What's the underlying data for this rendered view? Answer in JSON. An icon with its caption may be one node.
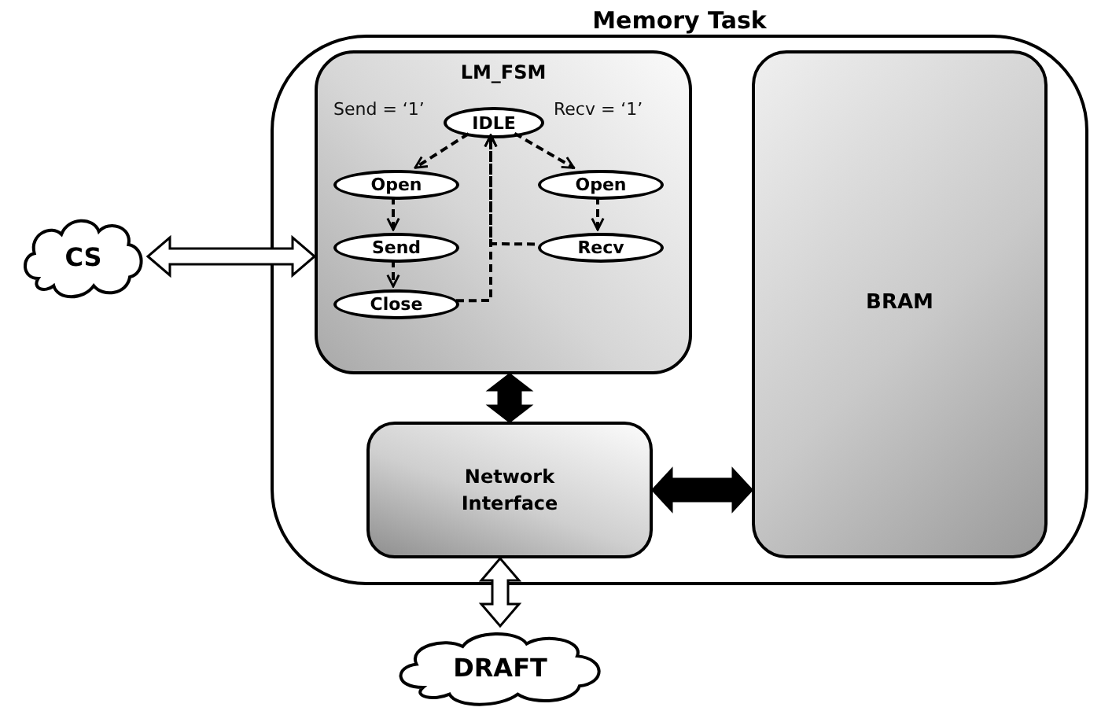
{
  "diagram": {
    "nodes": [
      {
        "text": [
          "Memory Task"
        ]
      },
      {
        "text": [
          "LM_FSM"
        ],
        "in": 0
      },
      {
        "text": [
          "IDLE"
        ],
        "in": 1
      },
      {
        "text": [
          "Open"
        ],
        "in": 1
      },
      {
        "text": [
          "Send"
        ],
        "in": 1
      },
      {
        "text": [
          "Close"
        ],
        "in": 1
      },
      {
        "text": [
          "Open"
        ],
        "in": 1
      },
      {
        "text": [
          "Recv"
        ],
        "in": 1
      },
      {
        "text": [
          "Network Interface"
        ],
        "in": 0
      },
      {
        "text": [
          "BRAM"
        ],
        "in": 0
      },
      {
        "text": [
          "CS"
        ]
      },
      {
        "text": [
          "DRAFT"
        ]
      }
    ],
    "edges": [
      {
        "from": 10,
        "to": 1,
        "arrow": "both"
      },
      {
        "from": 2,
        "to": 3,
        "arrow": "to",
        "label": "Send = ‘1’",
        "style": "dashed"
      },
      {
        "from": 2,
        "to": 6,
        "arrow": "to",
        "label": "Recv = ‘1’",
        "style": "dashed"
      },
      {
        "from": 3,
        "to": 4,
        "arrow": "to",
        "style": "dashed"
      },
      {
        "from": 4,
        "to": 5,
        "arrow": "to",
        "style": "dashed"
      },
      {
        "from": 6,
        "to": 7,
        "arrow": "to",
        "style": "dashed"
      },
      {
        "from": 5,
        "to": 2,
        "arrow": "to",
        "style": "dashed"
      },
      {
        "from": 7,
        "to": 2,
        "arrow": "to",
        "style": "dashed"
      },
      {
        "from": 1,
        "to": 8,
        "arrow": "both",
        "style": "thick"
      },
      {
        "from": 8,
        "to": 9,
        "arrow": "both",
        "style": "thick"
      },
      {
        "from": 8,
        "to": 11,
        "arrow": "both"
      }
    ]
  }
}
